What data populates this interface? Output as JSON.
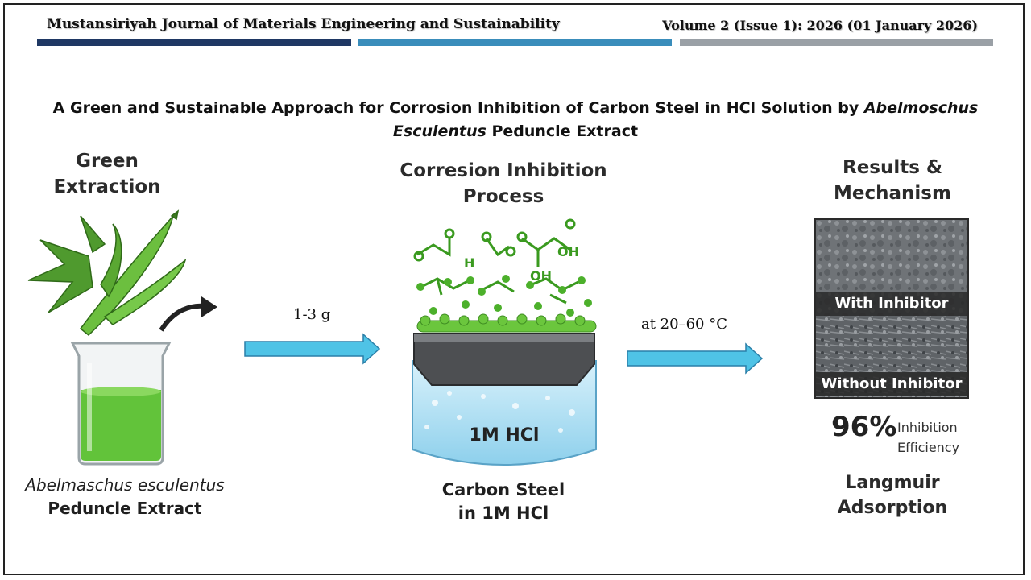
{
  "header": {
    "journal": "Mustansiriyah Journal of Materials Engineering and Sustainability",
    "volume": "Volume 2 (Issue 1): 2026 (01 January 2026)",
    "bar_colors": [
      "#1f3864",
      "#3a8dbb",
      "#9aa0a6"
    ]
  },
  "title": {
    "part1": "A Green and Sustainable Approach for Corrosion Inhibition of Carbon Steel in HCl Solution by ",
    "italic": "Abelmoschus Esculentus",
    "part2": " Peduncle Extract"
  },
  "left": {
    "header_line1": "Green",
    "header_line2": "Extraction",
    "caption_italic": "Abelmaschus esculentus",
    "caption": "Peduncle Extract"
  },
  "arrow1_label": "1-3 g",
  "middle": {
    "header_line1": "Corresion Inhibition",
    "header_line2": "Process",
    "solution_label": "1M HCl",
    "caption_line1": "Carbon Steel",
    "caption_line2": "in 1M HCl"
  },
  "arrow2_label": "at 20–60 °C",
  "right": {
    "header_line1": "Results &",
    "header_line2": "Mechanism",
    "with_label": "With Inhibitor",
    "without_label": "Without Inhibitor",
    "efficiency_value": "96%",
    "efficiency_label_line1": "Inhibition",
    "efficiency_label_line2": "Efficiency",
    "caption_line1": "Langmuir",
    "caption_line2": "Adsorption"
  },
  "colors": {
    "arrow_fill": "#4fc3e6",
    "arrow_stroke": "#2a7fa8",
    "okra_green": "#5aa832",
    "extract_green": "#62c33a",
    "molecule_green": "#3a9a1f"
  }
}
